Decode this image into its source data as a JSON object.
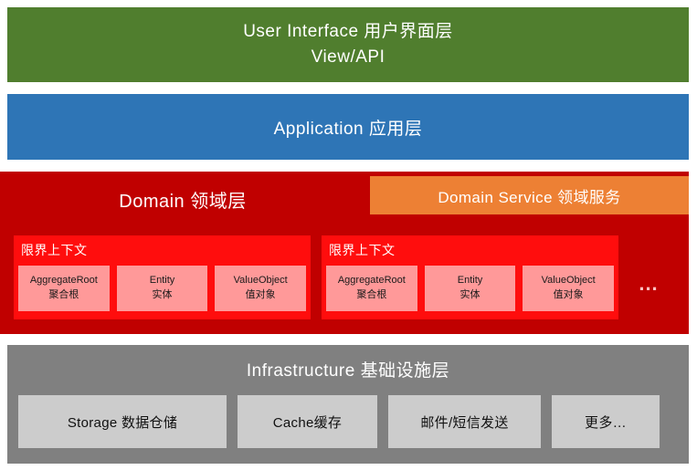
{
  "diagram": {
    "title": "DDD Layered Architecture",
    "colors": {
      "ui_layer": "#507E2E",
      "application_layer": "#2E75B6",
      "domain_layer": "#C00000",
      "domain_service": "#ED8034",
      "bounded_context": "#FF0D0D",
      "building_block": "#FF9999",
      "infrastructure_layer": "#808080",
      "infrastructure_item": "#CCCCCC"
    }
  },
  "ui_layer": {
    "line1": "User Interface 用户界面层",
    "line2": "View/API"
  },
  "application_layer": {
    "label": "Application  应用层"
  },
  "domain_layer": {
    "label": "Domain 领域层",
    "service_label": "Domain Service 领域服务",
    "ellipsis": "...",
    "bounded_contexts": [
      {
        "label": "限界上下文",
        "blocks": [
          {
            "en": "AggregateRoot",
            "cn": "聚合根"
          },
          {
            "en": "Entity",
            "cn": "实体"
          },
          {
            "en": "ValueObject",
            "cn": "值对象"
          }
        ]
      },
      {
        "label": "限界上下文",
        "blocks": [
          {
            "en": "AggregateRoot",
            "cn": "聚合根"
          },
          {
            "en": "Entity",
            "cn": "实体"
          },
          {
            "en": "ValueObject",
            "cn": "值对象"
          }
        ]
      }
    ]
  },
  "infrastructure_layer": {
    "label": "Infrastructure  基础设施层",
    "items": [
      {
        "label": "Storage 数据仓储"
      },
      {
        "label": "Cache缓存"
      },
      {
        "label": "邮件/短信发送"
      },
      {
        "label": "更多…"
      }
    ]
  }
}
